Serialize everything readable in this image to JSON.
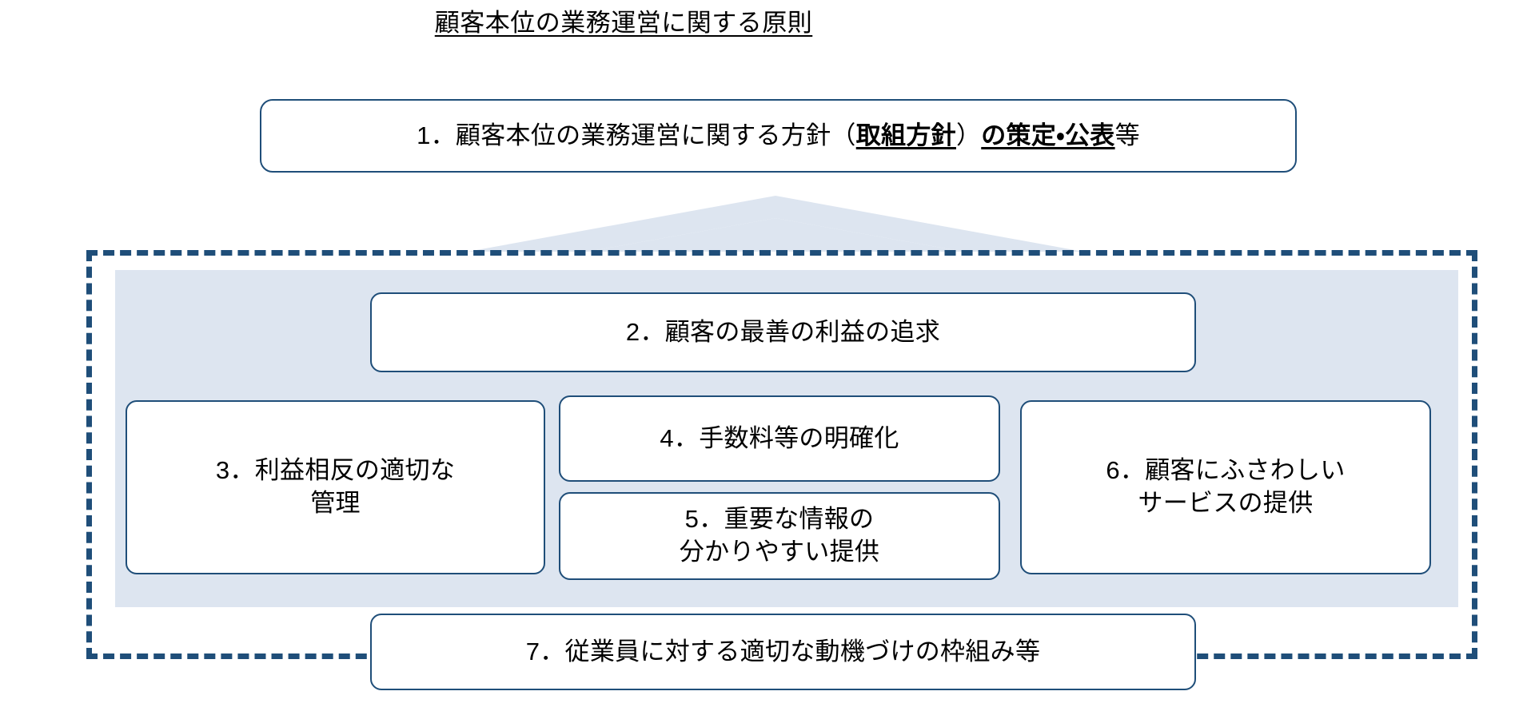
{
  "document": {
    "title": "顧客本位の業務運営に関する原則",
    "language": "ja"
  },
  "colors": {
    "box_border": "#1F4E79",
    "dashed_frame": "#1F4E79",
    "panel_fill": "#DDE5F0",
    "arrow_fill": "#DDE5F0",
    "text": "#000000",
    "background": "#FFFFFF"
  },
  "principles": {
    "box1": {
      "number": "1．",
      "text_plain": "1．顧客本位の業務運営に関する方針（取組方針）の策定・公表等",
      "segments": {
        "lead": "1．顧客本位の業務運営に関する方針（",
        "emphasis_1": "取組方針",
        "middle": "）",
        "emphasis_2": "の策定・公表",
        "tail": "等"
      }
    },
    "box2": {
      "number": "2．",
      "text": "2．顧客の最善の利益の追求"
    },
    "box3": {
      "number": "3．",
      "text": "3．利益相反の適切な\n管理"
    },
    "box4": {
      "number": "4．",
      "text": "4．手数料等の明確化"
    },
    "box5": {
      "number": "5．",
      "text": "5．重要な情報の\n分かりやすい提供"
    },
    "box6": {
      "number": "6．",
      "text": "6．顧客にふさわしい\nサービスの提供"
    },
    "box7": {
      "number": "7．",
      "text": "7．従業員に対する適切な動機づけの枠組み等"
    }
  },
  "decorations": {
    "down_arrow_name": "down-arrow-shape",
    "dashed_frame_name": "dashed-grouping-frame",
    "panel_name": "blue-background-panel"
  }
}
